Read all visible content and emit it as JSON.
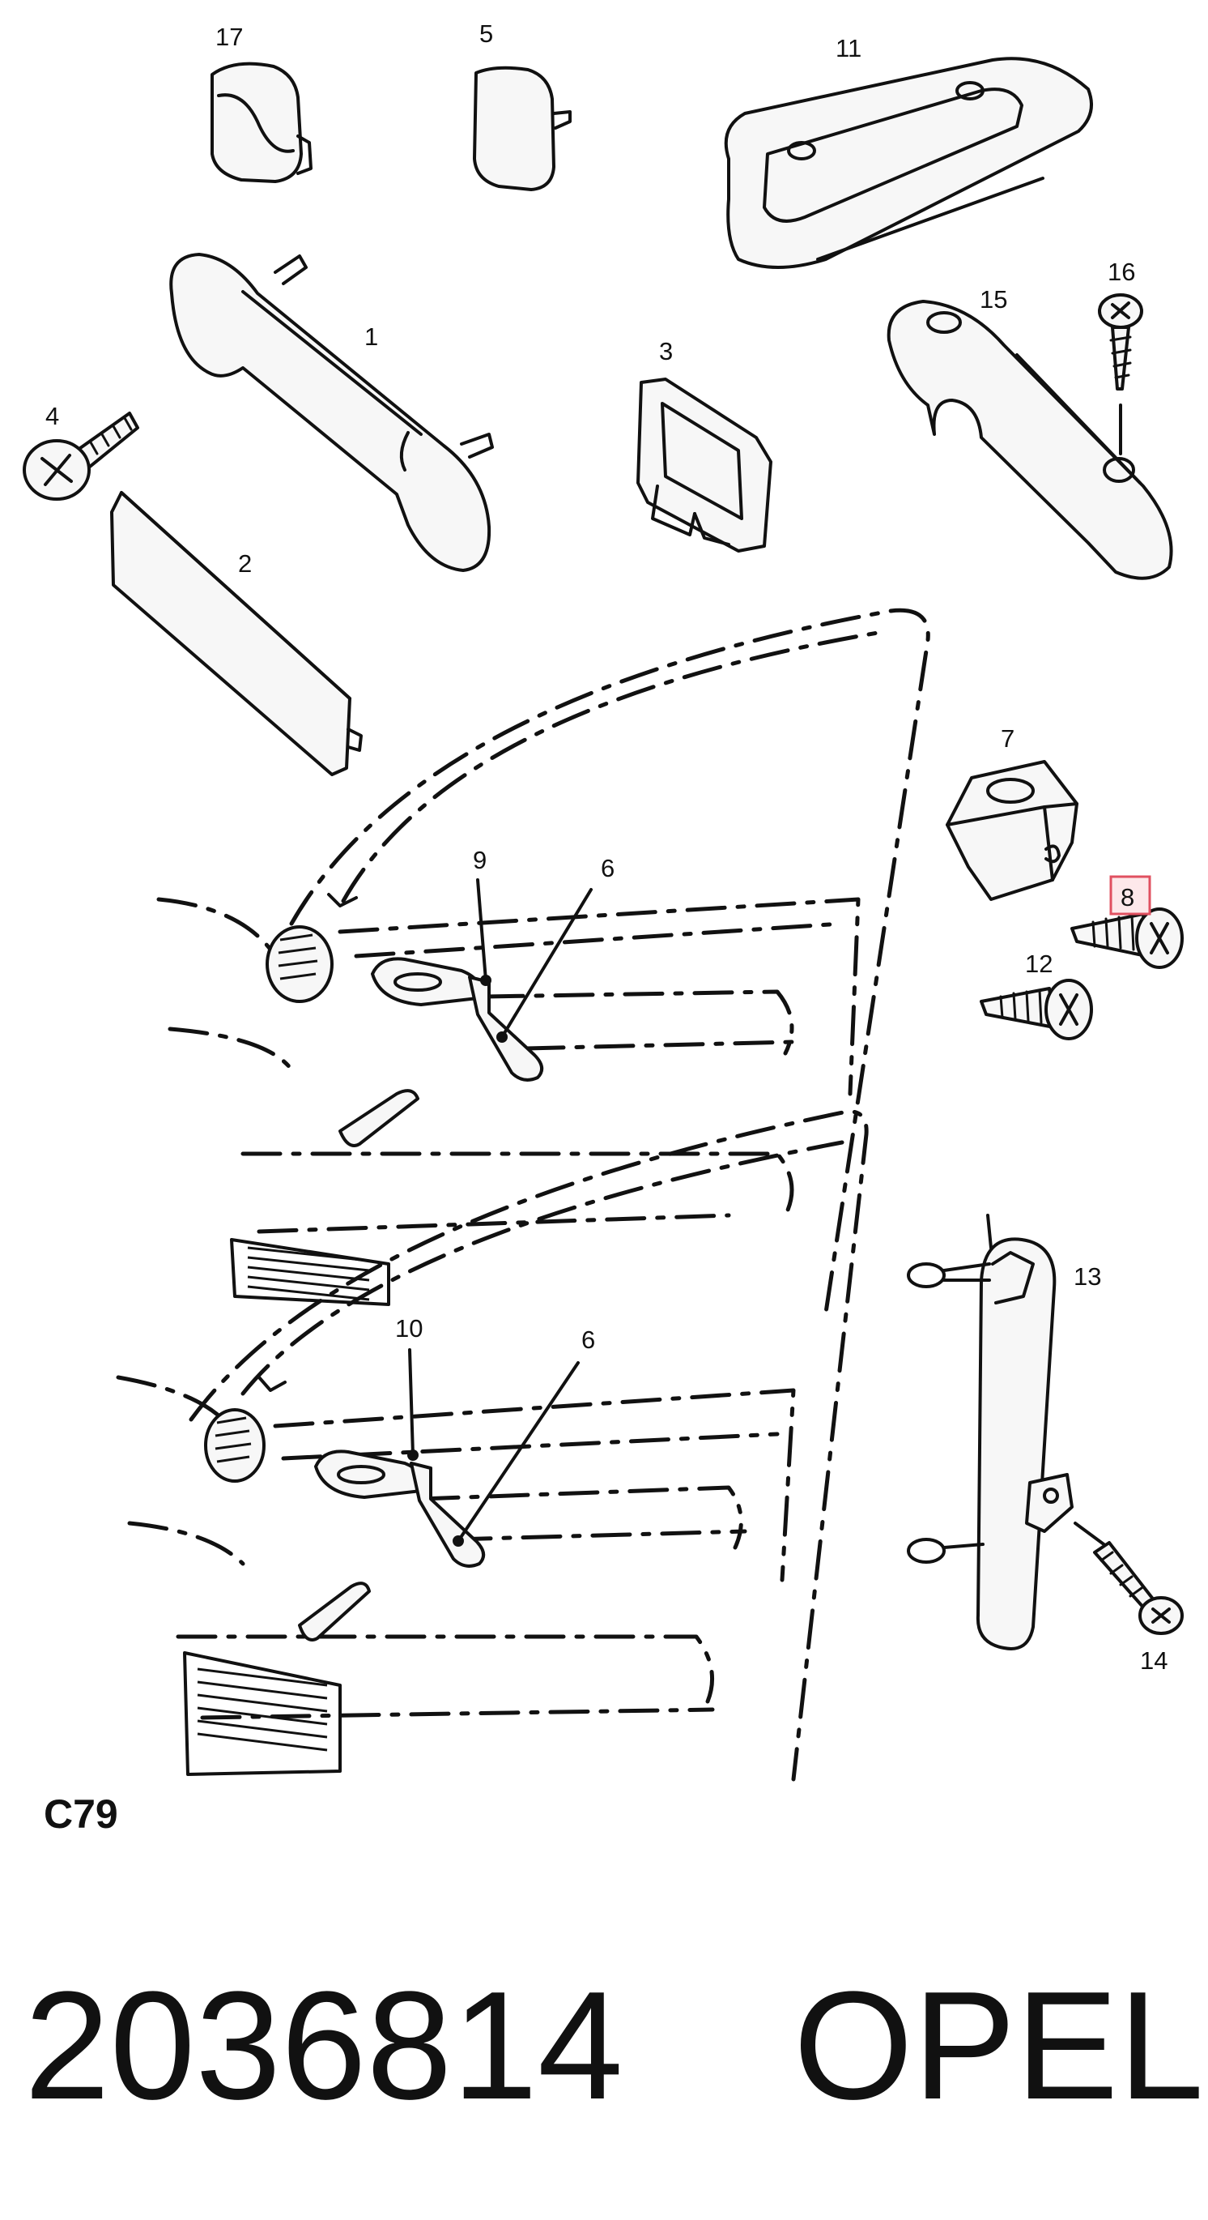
{
  "callouts": {
    "c1": "1",
    "c2": "2",
    "c3": "3",
    "c4": "4",
    "c5": "5",
    "c6a": "6",
    "c6b": "6",
    "c7": "7",
    "c8": "8",
    "c9": "9",
    "c10": "10",
    "c11": "11",
    "c12": "12",
    "c13": "13",
    "c14": "14",
    "c15": "15",
    "c16": "16",
    "c17": "17"
  },
  "figure_code": "C79",
  "part_number": "2036814",
  "brand": "OPEL",
  "colors": {
    "line": "#111111",
    "highlight": "#e05060",
    "highlight_fill": "#fde8ea"
  }
}
